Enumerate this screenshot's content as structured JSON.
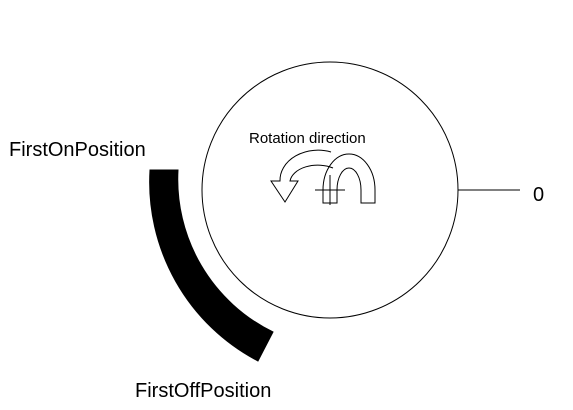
{
  "diagram": {
    "labels": {
      "first_on": "FirstOnPosition",
      "first_off": "FirstOffPosition",
      "rotation": "Rotation direction",
      "zero": "0"
    },
    "colors": {
      "stroke": "#000000",
      "background": "#ffffff",
      "arc_fill": "#000000"
    },
    "icons": [
      "rotation-arrow-icon",
      "crosshair-icon"
    ]
  }
}
